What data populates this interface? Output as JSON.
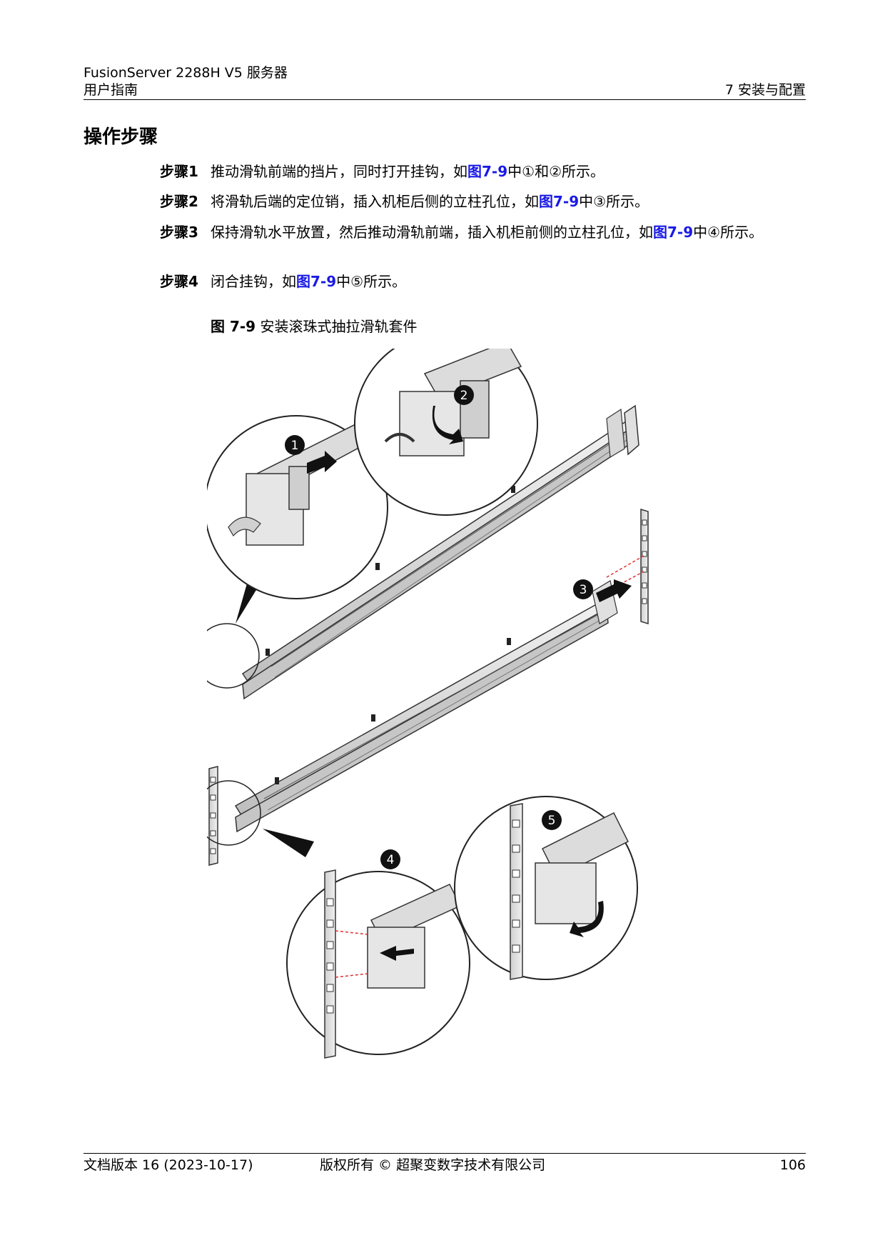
{
  "header": {
    "product": "FusionServer 2288H V5 服务器",
    "doc_type": "用户指南",
    "chapter": "7 安装与配置"
  },
  "section": {
    "title": "操作步骤"
  },
  "steps": [
    {
      "label": "步骤1",
      "pre": "推动滑轨前端的挡片，同时打开挂钩，如",
      "ref": "图7-9",
      "post": "中①和②所示。"
    },
    {
      "label": "步骤2",
      "pre": "将滑轨后端的定位销，插入机柜后侧的立柱孔位，如",
      "ref": "图7-9",
      "post": "中③所示。"
    },
    {
      "label": "步骤3",
      "pre": "保持滑轨水平放置，然后推动滑轨前端，插入机柜前侧的立柱孔位，如",
      "ref": "图7-9",
      "post": "中④所示。"
    },
    {
      "label": "步骤4",
      "pre": "闭合挂钩，如",
      "ref": "图7-9",
      "post": "中⑤所示。"
    }
  ],
  "figure": {
    "number": "图 7-9",
    "title": "安装滚珠式抽拉滑轨套件",
    "callouts": [
      "1",
      "2",
      "3",
      "4",
      "5"
    ]
  },
  "footer": {
    "version": "文档版本 16 (2023-10-17)",
    "copyright": "版权所有 © 超聚变数字技术有限公司",
    "page": "106"
  },
  "colors": {
    "link": "#1a1ae6",
    "dash": "#e03030",
    "callout": "#111111"
  }
}
